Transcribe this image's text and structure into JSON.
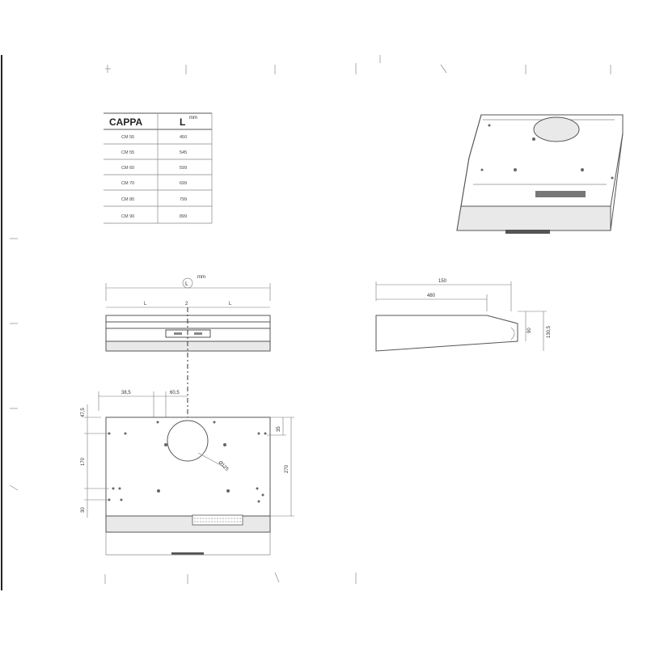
{
  "table": {
    "header_model": "CAPPA",
    "header_length": "L",
    "header_unit": "mm",
    "rows": [
      {
        "model": "CM 55",
        "length": "450"
      },
      {
        "model": "CM 55",
        "length": "545"
      },
      {
        "model": "CM 60",
        "length": "599"
      },
      {
        "model": "CM 70",
        "length": "699"
      },
      {
        "model": "CM 80",
        "length": "799"
      },
      {
        "model": "CM 90",
        "length": "899"
      }
    ]
  },
  "front_view": {
    "label_L": "L",
    "label_unit": "mm",
    "label_half_left": "L",
    "label_half_right": "L",
    "label_center": "2"
  },
  "side_view": {
    "dim_total": "150",
    "dim_inner": "480",
    "dim_height": "130,5",
    "dim_small": "90"
  },
  "plan_view": {
    "dim_offset_left": "38,5",
    "dim_offset_center": "60,5",
    "dim_top": "47,5",
    "dim_mid": "170",
    "dim_bottom": "30",
    "dim_right_top": "35",
    "dim_right_total": "270",
    "dim_diameter": "Ø125"
  }
}
